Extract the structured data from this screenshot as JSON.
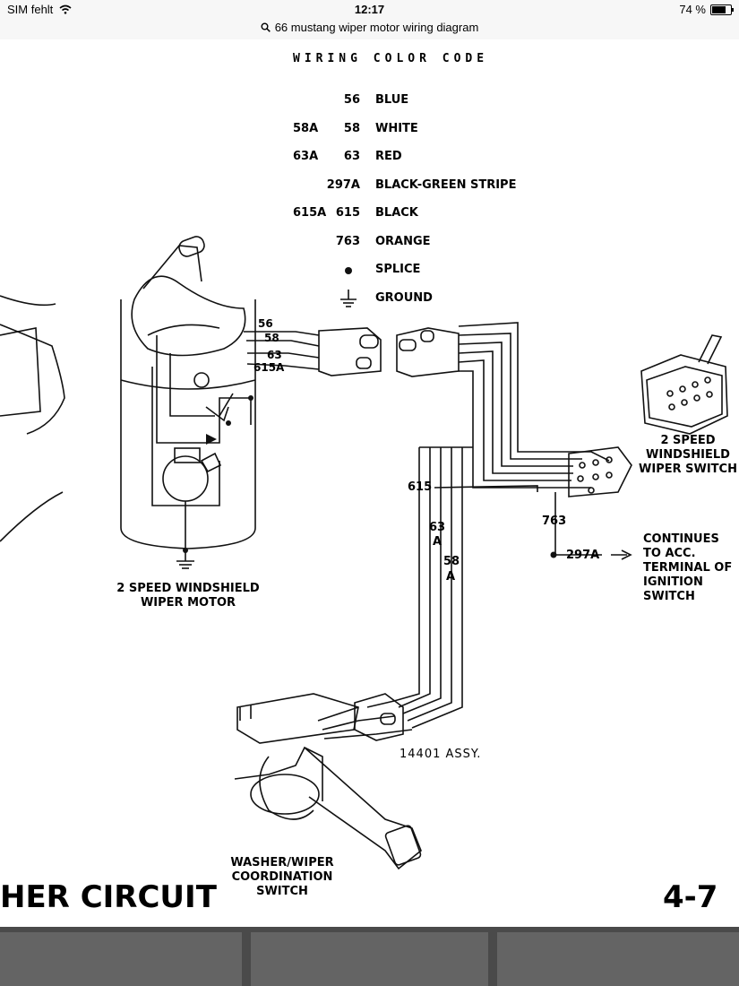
{
  "status": {
    "carrier": "SIM fehlt",
    "time": "12:17",
    "battery": "74 %",
    "battery_level": 0.74
  },
  "search": {
    "query": "66 mustang wiper motor wiring diagram"
  },
  "diagram": {
    "heading": "WIRING COLOR CODE",
    "color_code": [
      {
        "alt": "",
        "code": "56",
        "name": "BLUE"
      },
      {
        "alt": "58A",
        "code": "58",
        "name": "WHITE"
      },
      {
        "alt": "63A",
        "code": "63",
        "name": "RED"
      },
      {
        "alt": "",
        "code": "297A",
        "name": "BLACK-GREEN STRIPE"
      },
      {
        "alt": "615A",
        "code": "615",
        "name": "BLACK"
      },
      {
        "alt": "",
        "code": "763",
        "name": "ORANGE"
      },
      {
        "alt": "",
        "code": "●",
        "name": "SPLICE"
      },
      {
        "alt": "",
        "code": "⏚",
        "name": "GROUND"
      }
    ],
    "motor_wire_labels": [
      "56",
      "58",
      "63",
      "615A"
    ],
    "wire_615": "615",
    "wire_63": "63",
    "wire_63_suffix": "A",
    "wire_58": "58",
    "wire_58_suffix": "A",
    "wire_763": "763",
    "wire_297a": "297A",
    "motor_label_1": "2 SPEED WINDSHIELD",
    "motor_label_2": "WIPER MOTOR",
    "switch_label_1": "2 SPEED",
    "switch_label_2": "WINDSHIELD",
    "switch_label_3": "WIPER SWITCH",
    "continues_1": "CONTINUES",
    "continues_2": "TO ACC.",
    "continues_3": "TERMINAL OF",
    "continues_4": "IGNITION",
    "continues_5": "SWITCH",
    "assy_label": "14401 ASSY.",
    "coord_1": "WASHER/WIPER",
    "coord_2": "COORDINATION",
    "coord_3": "SWITCH",
    "circuit_title": "HER CIRCUIT",
    "page_number": "4-7"
  }
}
